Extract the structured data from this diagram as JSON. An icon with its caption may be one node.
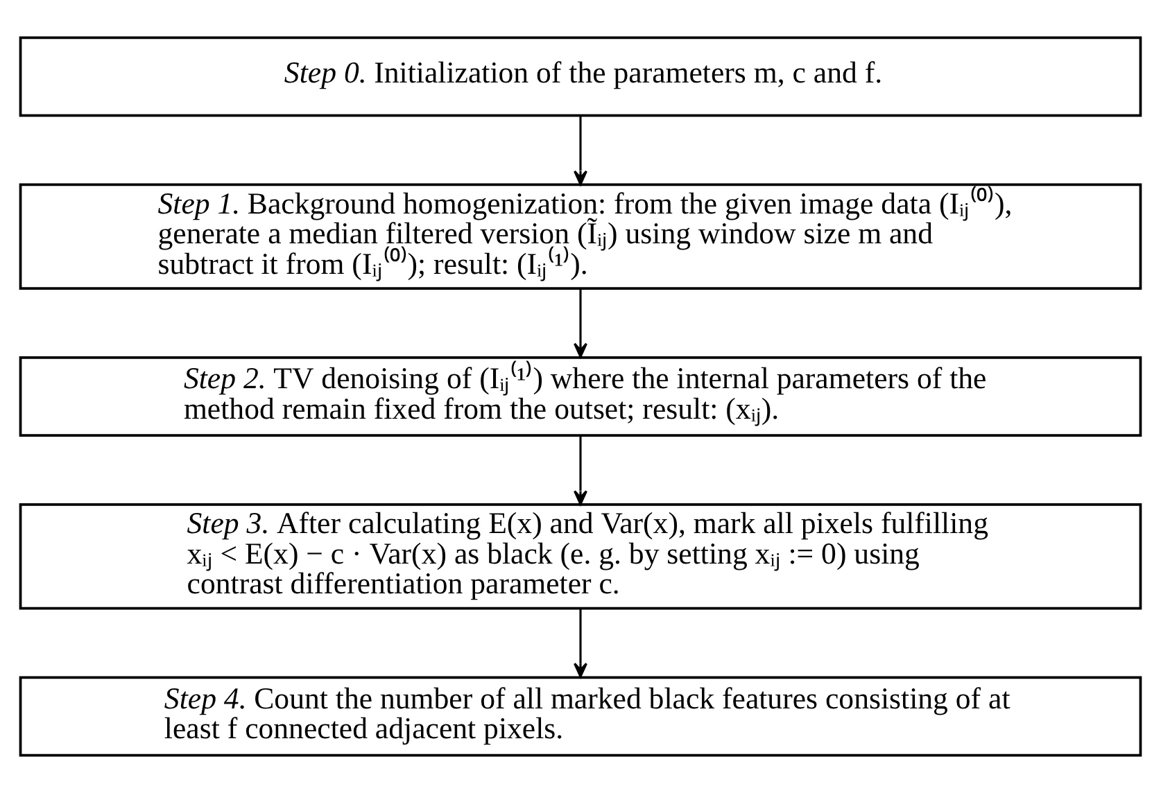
{
  "diagram": {
    "nodes": [
      {
        "text": [
          "*Step 0.* Initialization of the parameters m, c and f."
        ]
      },
      {
        "text": [
          "*Step 1.* Background homogenization: from the given image data (Iᵢⱼ⁽⁰⁾), generate a median filtered version (Ĩᵢⱼ) using window size m and subtract it from (Iᵢⱼ⁽⁰⁾); result: (Iᵢⱼ⁽¹⁾)."
        ]
      },
      {
        "text": [
          "*Step 2.* TV denoising of (Iᵢⱼ⁽¹⁾) where the internal parameters of the method remain fixed from the outset; result: (xᵢⱼ)."
        ]
      },
      {
        "text": [
          "*Step 3.* After calculating E(x) and Var(x), mark all pixels fulfilling xᵢⱼ < E(x) − c · Var(x) as black (e. g. by setting xᵢⱼ := 0) using contrast differentiation parameter c."
        ]
      },
      {
        "text": [
          "*Step 4.* Count the number of all marked black features consisting of at least f connected adjacent pixels."
        ]
      }
    ],
    "edges": [
      {
        "from": 0,
        "to": 1,
        "arrow": "to"
      },
      {
        "from": 1,
        "to": 2,
        "arrow": "to"
      },
      {
        "from": 2,
        "to": 3,
        "arrow": "to"
      },
      {
        "from": 3,
        "to": 4,
        "arrow": "to"
      }
    ]
  }
}
